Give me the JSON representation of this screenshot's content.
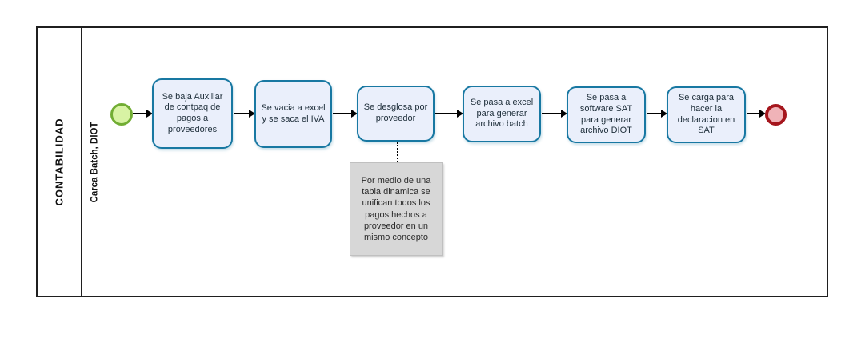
{
  "diagram": {
    "pool": {
      "label": "CONTABILIDAD",
      "phase_label": "Carca Batch, DIOT"
    },
    "events": {
      "start": "start-event",
      "end": "end-event"
    },
    "tasks": [
      {
        "label": "Se baja Auxiliar de contpaq de pagos a proveedores"
      },
      {
        "label": "Se vacia a excel y se saca el IVA"
      },
      {
        "label": "Se desglosa por proveedor"
      },
      {
        "label": "Se pasa a excel para generar archivo batch"
      },
      {
        "label": "Se pasa a software SAT para generar archivo DIOT"
      },
      {
        "label": "Se carga para hacer la declaracion en SAT"
      }
    ],
    "annotation": {
      "text": "Por medio de una tabla dinamica se unifican todos los pagos hechos a proveedor en un mismo concepto"
    },
    "colors": {
      "task_fill": "#eaeffb",
      "task_border": "#1878a2",
      "start_fill": "#d8f3a4",
      "start_border": "#71ad33",
      "end_fill": "#f0b3b8",
      "end_border": "#a5161d",
      "annotation_fill": "#d7d7d7",
      "flow_color": "#000000"
    }
  }
}
